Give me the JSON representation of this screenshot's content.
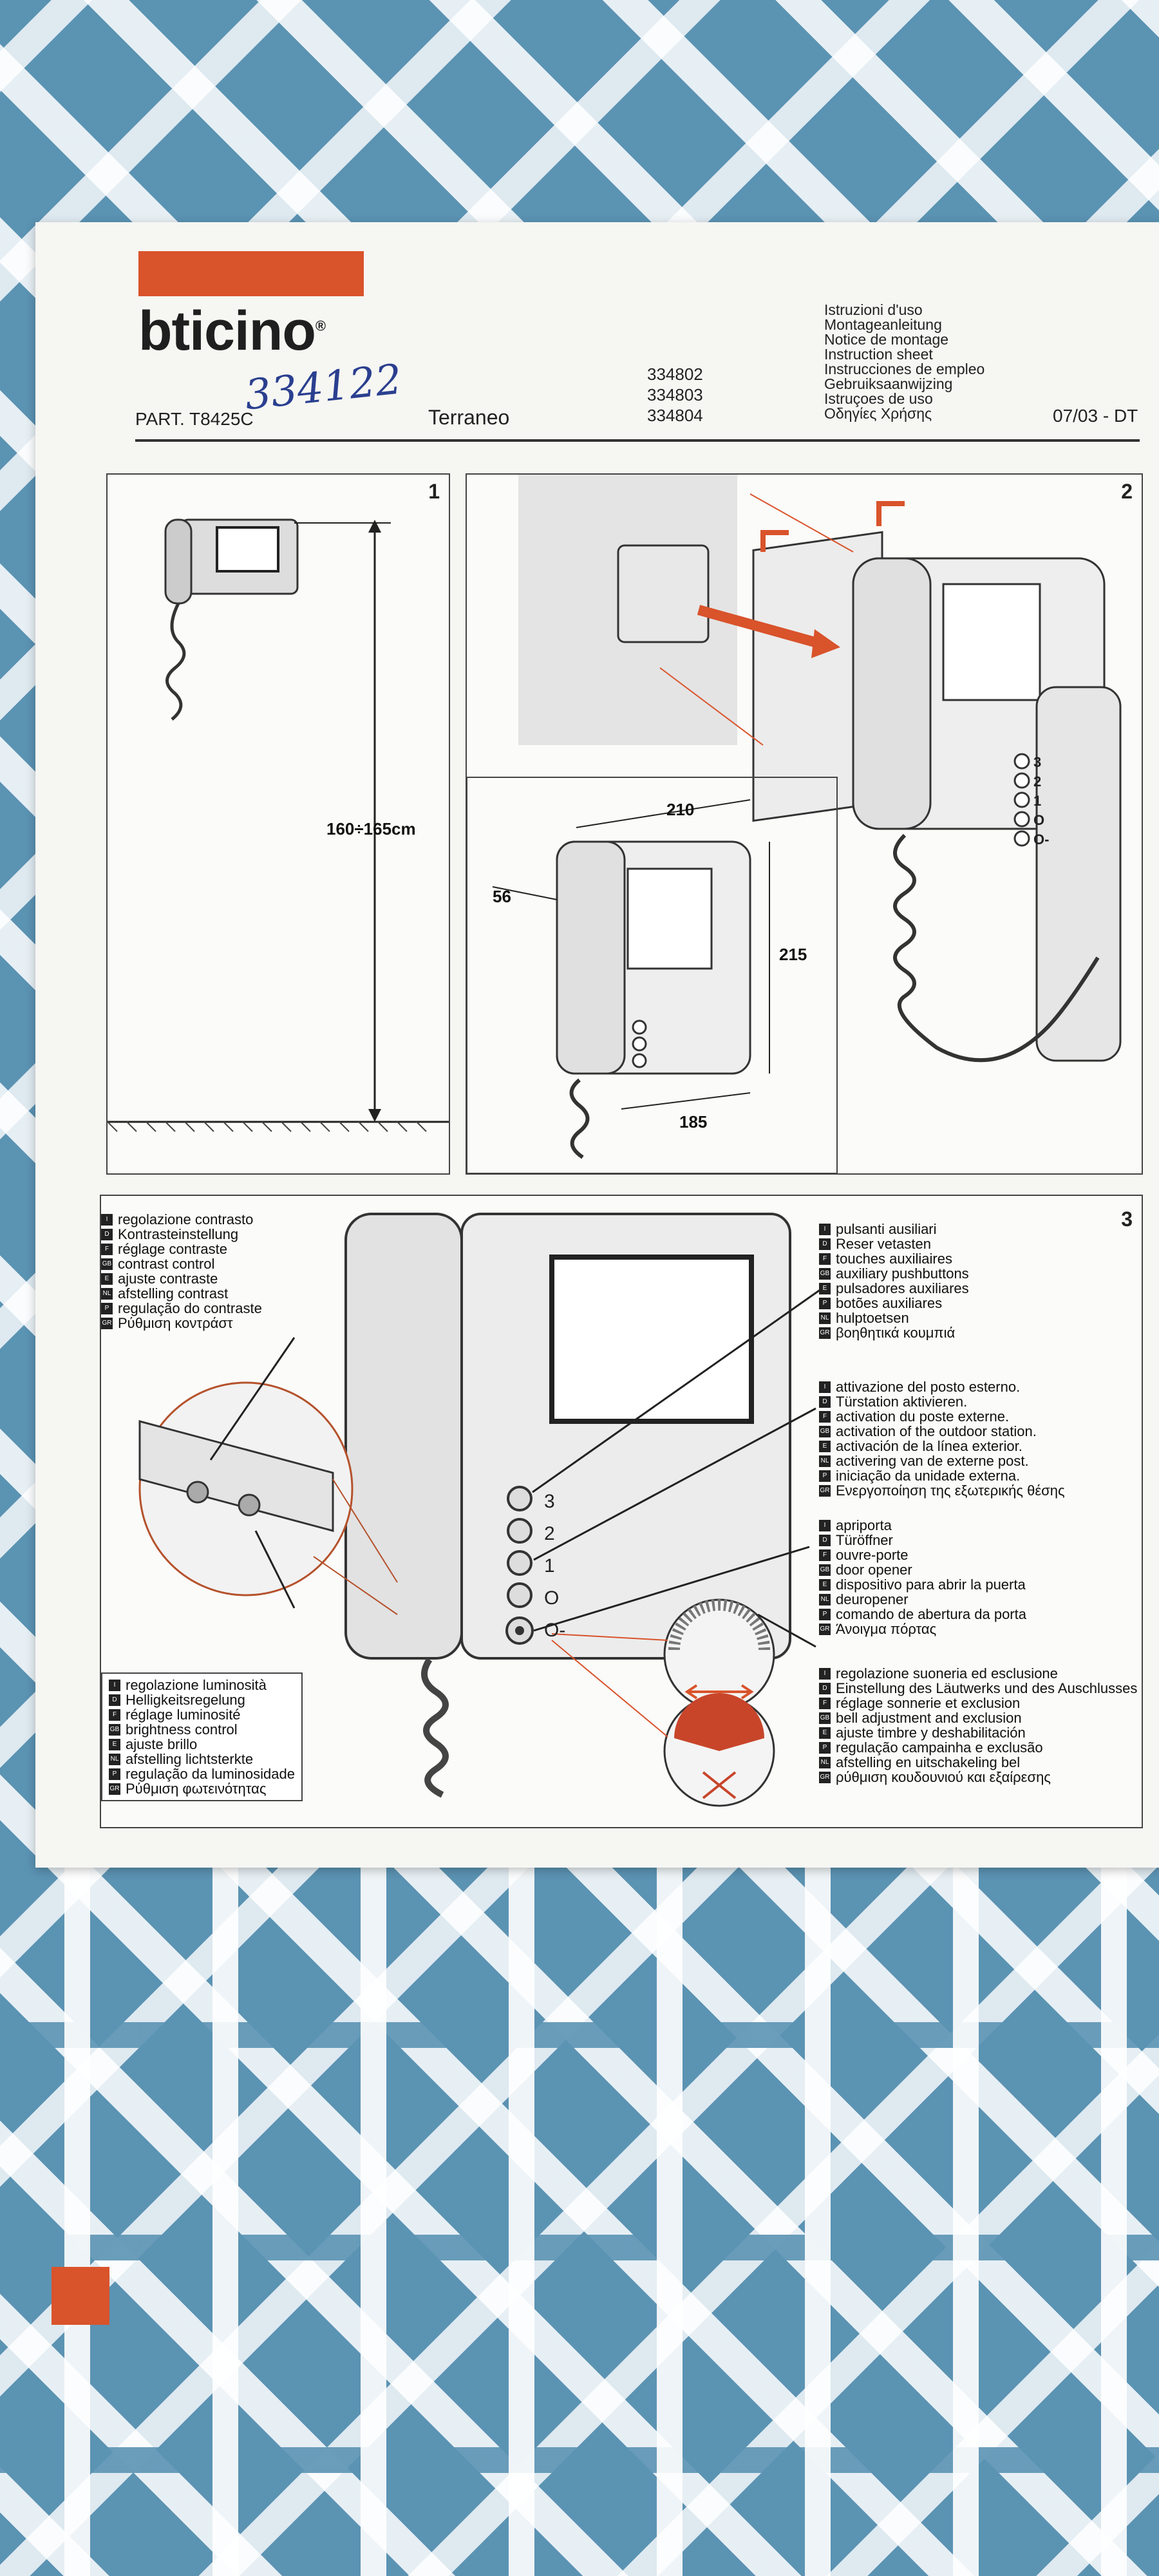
{
  "header": {
    "brand": "bticino",
    "part_label": "PART. T8425C",
    "handwritten_number": "334122",
    "product": "Terraneo",
    "codes": [
      "334802",
      "334803",
      "334804"
    ],
    "languages": [
      "Istruzioni d'uso",
      "Montageanleitung",
      "Notice de montage",
      "Instruction sheet",
      "Instrucciones de empleo",
      "Gebruiksaanwijzing",
      "Istruçoes de uso",
      "Οδηγίες Χρήσης"
    ],
    "date_code": "07/03 - DT"
  },
  "figure1": {
    "number": "1",
    "height_label": "160÷165cm"
  },
  "figure2": {
    "number": "2",
    "width_label": "210",
    "depth_label": "56",
    "height_label": "215",
    "base_label": "185",
    "button_labels": [
      "3",
      "2",
      "1",
      "O",
      "O-"
    ]
  },
  "figure3": {
    "number": "3",
    "button_labels": [
      "3",
      "2",
      "1",
      "O",
      "O-"
    ],
    "contrast": {
      "codes": [
        "I",
        "D",
        "F",
        "GB",
        "E",
        "NL",
        "P",
        "GR"
      ],
      "lines": [
        "regolazione contrasto",
        "Kontrasteinstellung",
        "réglage contraste",
        "contrast control",
        "ajuste contraste",
        "afstelling contrast",
        "regulação do contraste",
        "Ρύθμιση κοντράστ"
      ]
    },
    "brightness": {
      "codes": [
        "I",
        "D",
        "F",
        "GB",
        "E",
        "NL",
        "P",
        "GR"
      ],
      "lines": [
        "regolazione luminosità",
        "Helligkeitsregelung",
        "réglage luminosité",
        "brightness control",
        "ajuste brillo",
        "afstelling lichtsterkte",
        "regulação da luminosidade",
        "Ρύθμιση φωτεινότητας"
      ]
    },
    "aux": {
      "codes": [
        "I",
        "D",
        "F",
        "GB",
        "E",
        "P",
        "NL",
        "GR"
      ],
      "lines": [
        "pulsanti ausiliari",
        "Reser vetasten",
        "touches auxiliaires",
        "auxiliary pushbuttons",
        "pulsadores auxiliares",
        "botões auxiliares",
        "hulptoetsen",
        "βοηθητικά κουμπιά"
      ]
    },
    "activation": {
      "codes": [
        "I",
        "D",
        "F",
        "GB",
        "E",
        "NL",
        "P",
        "GR"
      ],
      "lines": [
        "attivazione del posto esterno.",
        "Türstation aktivieren.",
        "activation du poste externe.",
        "activation of the outdoor station.",
        "activación de la línea exterior.",
        "activering van de externe post.",
        "iniciação da unidade externa.",
        "Ενεργοποίηση της εξωτερικής θέσης"
      ]
    },
    "door": {
      "codes": [
        "I",
        "D",
        "F",
        "GB",
        "E",
        "NL",
        "P",
        "GR"
      ],
      "lines": [
        "apriporta",
        "Türöffner",
        "ouvre-porte",
        "door opener",
        "dispositivo para abrir la puerta",
        "deuropener",
        "comando de abertura da porta",
        "Άνοιγμα πόρτας"
      ]
    },
    "bell": {
      "codes": [
        "I",
        "D",
        "F",
        "GB",
        "E",
        "P",
        "NL",
        "GR"
      ],
      "lines": [
        "regolazione suoneria ed esclusione",
        "Einstellung des Läutwerks und des Auschlusses",
        "réglage sonnerie et exclusion",
        "bell adjustment and exclusion",
        "ajuste timbre y deshabilitación",
        "regulação campainha e exclusão",
        "afstelling en uitschakeling bel",
        "ρύθμιση κουδουνιού και εξαίρεσης"
      ]
    }
  }
}
